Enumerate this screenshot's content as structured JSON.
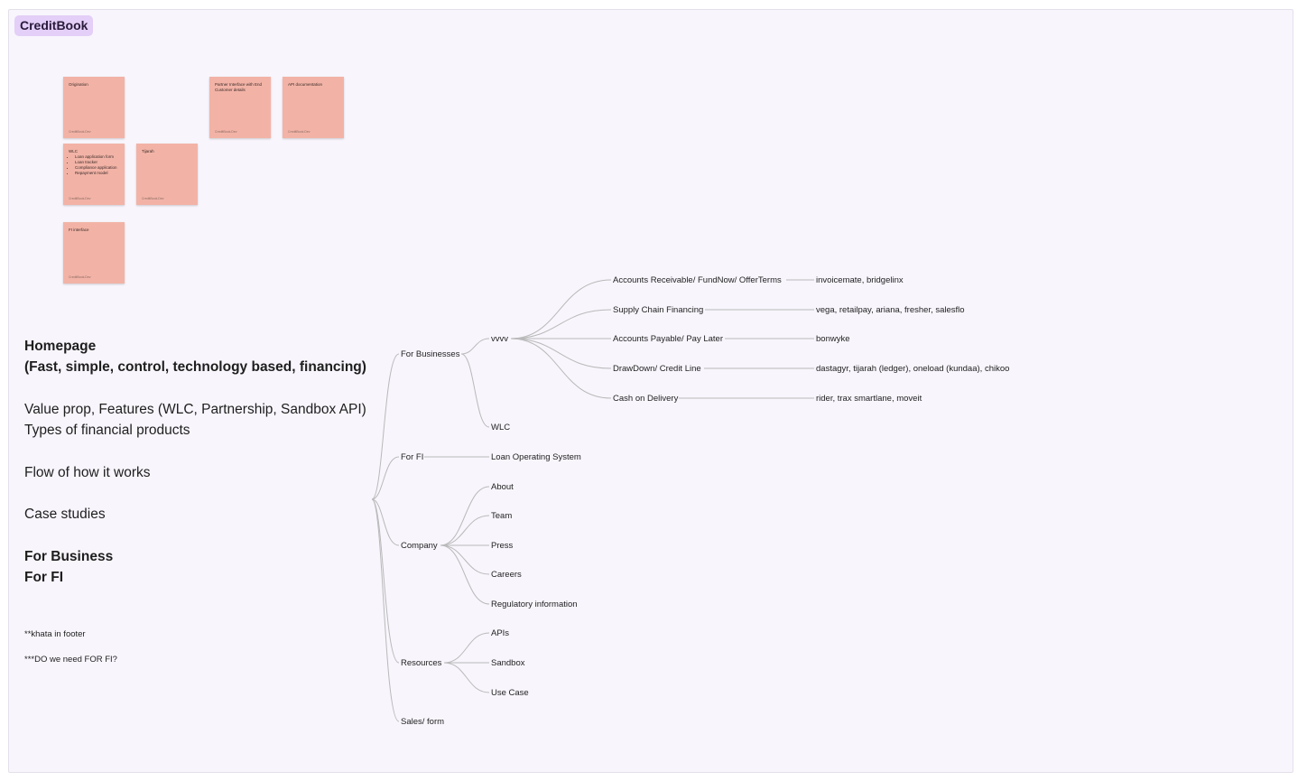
{
  "frame": {
    "title": "CreditBook"
  },
  "stickies": {
    "origination": {
      "title": "Origination",
      "author": "CreditBook.Dev"
    },
    "partner": {
      "title": "Partner Interface with End Customer details",
      "author": "CreditBook.Dev"
    },
    "api_docs": {
      "title": "API documentation",
      "author": "CreditBook.Dev"
    },
    "wlc": {
      "title": "WLC",
      "items": [
        "Loan application form",
        "Loan tracker",
        "Compliance application",
        "Repayment model"
      ],
      "author": "CreditBook.Dev"
    },
    "tijarah": {
      "title": "Tijarah",
      "author": "CreditBook.Dev"
    },
    "fi_interface": {
      "title": "FI interface",
      "author": "CreditBook.Dev"
    }
  },
  "notes": {
    "homepage": "Homepage",
    "homepage_sub": "(Fast, simple, control, technology based, financing)",
    "value_prop": "Value prop, Features (WLC, Partnership, Sandbox API)",
    "types": "Types of financial products",
    "flow": "Flow of how it works",
    "case_studies": "Case studies",
    "for_business": "For Business",
    "for_fi": "For FI",
    "khata": "**khata in footer",
    "do_we_need": "***DO we need FOR FI?"
  },
  "mindmap": {
    "for_businesses": "For Businesses",
    "vvvv": "vvvv",
    "wlc": "WLC",
    "for_fi": "For FI",
    "los": "Loan Operating System",
    "company": "Company",
    "about": "About",
    "team": "Team",
    "press": "Press",
    "careers": "Careers",
    "regulatory": "Regulatory information",
    "resources": "Resources",
    "apis": "APIs",
    "sandbox": "Sandbox",
    "use_case": "Use Case",
    "sales": "Sales/ form",
    "ar": "Accounts Receivable/ FundNow/ OfferTerms",
    "ar_examples": "invoicemate, bridgelinx",
    "scf": "Supply Chain Financing",
    "scf_examples": "vega, retailpay, ariana, fresher, salesflo",
    "ap": "Accounts Payable/ Pay Later",
    "ap_examples": "bonwyke",
    "drawdown": "DrawDown/ Credit Line",
    "drawdown_examples": "dastagyr, tijarah (ledger), oneload (kundaa), chikoo",
    "cod": "Cash on Delivery",
    "cod_examples": "rider, trax smartlane, moveit"
  }
}
